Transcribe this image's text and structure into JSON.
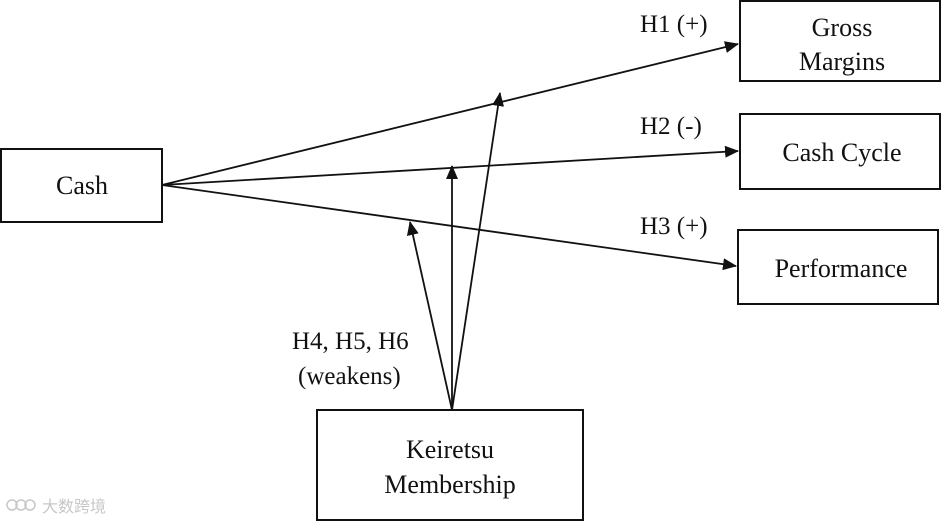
{
  "nodes": {
    "cash": {
      "label": "Cash"
    },
    "gross_margins": {
      "line1": "Gross",
      "line2": "Margins"
    },
    "cash_cycle": {
      "label": "Cash Cycle"
    },
    "performance": {
      "label": "Performance"
    },
    "keiretsu": {
      "line1": "Keiretsu",
      "line2": "Membership"
    }
  },
  "edges": {
    "h1": {
      "label": "H1 (+)"
    },
    "h2": {
      "label": "H2 (-)"
    },
    "h3": {
      "label": "H3 (+)"
    },
    "moderation": {
      "line1": "H4, H5, H6",
      "line2": "(weakens)"
    }
  },
  "watermark": {
    "text": "大数跨境"
  },
  "colors": {
    "ink": "#111111",
    "background": "#ffffff",
    "watermark": "#9a9a9a"
  }
}
